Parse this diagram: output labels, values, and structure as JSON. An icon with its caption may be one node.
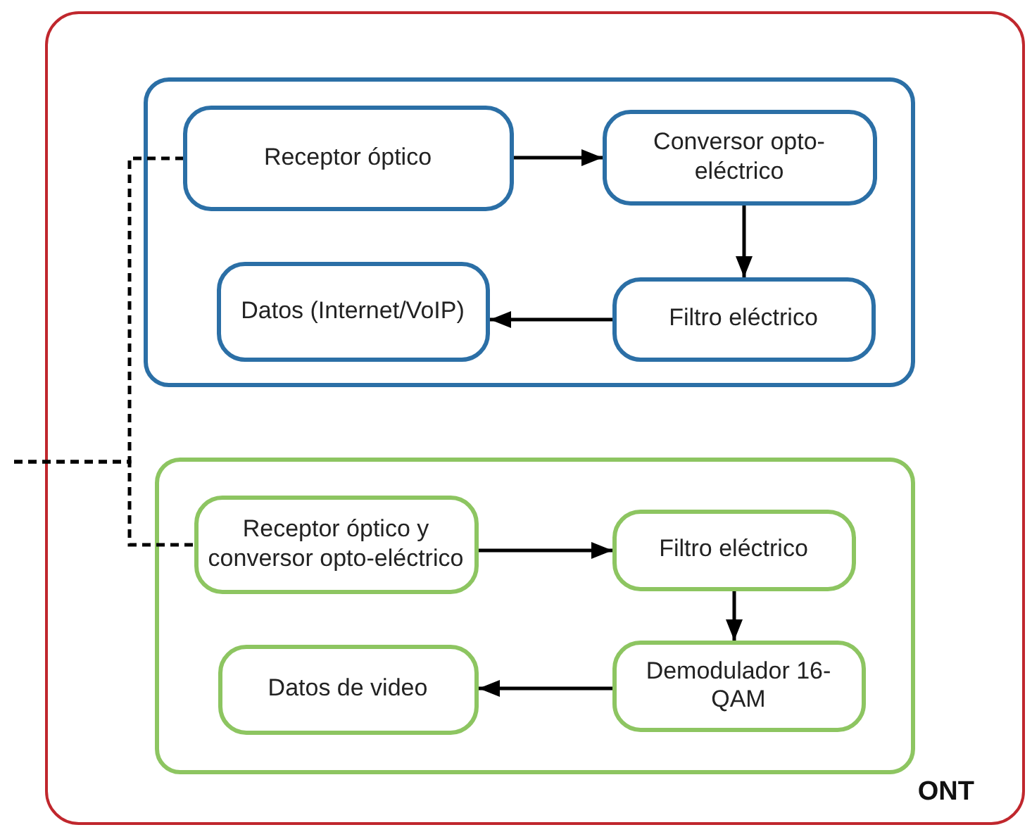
{
  "diagram": {
    "nodes": [
      {
        "text": [
          "ONT"
        ]
      },
      {
        "text": [],
        "shape": "box",
        "in": 0
      },
      {
        "text": [
          "Receptor óptico"
        ],
        "in": 1
      },
      {
        "text": [
          "Conversor opto-eléctrico"
        ],
        "in": 1
      },
      {
        "text": [
          "Filtro eléctrico"
        ],
        "in": 1
      },
      {
        "text": [
          "Datos (Internet/VoIP)"
        ],
        "in": 1
      },
      {
        "text": [],
        "shape": "box",
        "in": 0
      },
      {
        "text": [
          "Receptor óptico y conversor opto-eléctrico"
        ],
        "in": 6
      },
      {
        "text": [
          "Filtro eléctrico"
        ],
        "in": 6
      },
      {
        "text": [
          "Demodulador 16-QAM"
        ],
        "in": 6
      },
      {
        "text": [
          "Datos de video"
        ],
        "in": 6
      }
    ],
    "edges": [
      {
        "from": null,
        "to": 2,
        "arrow": "none",
        "style": "dashed"
      },
      {
        "from": null,
        "to": 7,
        "arrow": "none",
        "style": "dashed"
      },
      {
        "from": 2,
        "to": 3,
        "arrow": "to"
      },
      {
        "from": 3,
        "to": 4,
        "arrow": "to"
      },
      {
        "from": 4,
        "to": 5,
        "arrow": "to"
      },
      {
        "from": 7,
        "to": 8,
        "arrow": "to"
      },
      {
        "from": 8,
        "to": 9,
        "arrow": "to"
      },
      {
        "from": 9,
        "to": 10,
        "arrow": "to"
      }
    ]
  }
}
